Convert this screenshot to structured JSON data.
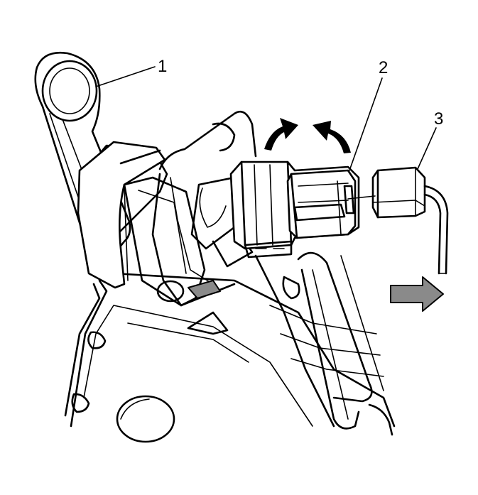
{
  "callouts": [
    {
      "id": "1",
      "label": "1"
    },
    {
      "id": "2",
      "label": "2"
    },
    {
      "id": "3",
      "label": "3"
    }
  ],
  "icons": {
    "rotate_arrows": "curved-arrow-icon",
    "direction_arrow": "right-arrow-icon"
  },
  "colors": {
    "line": "#000000",
    "shade": "#8a8a8a",
    "background": "#ffffff"
  }
}
